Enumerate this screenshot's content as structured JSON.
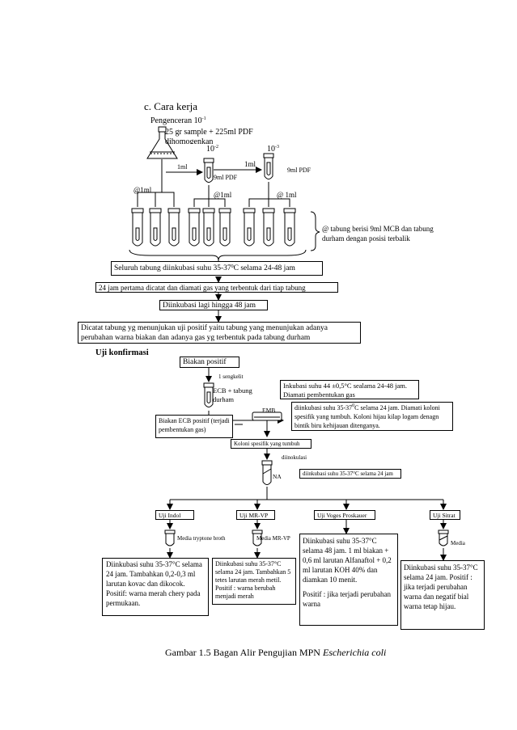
{
  "section_heading": "c.   Cara kerja",
  "dilution": {
    "label": "Pengenceran 10",
    "label_sup": "-1",
    "sample": "25 gr sample + 225ml PDF",
    "homogenized": "dihomogenkan",
    "d2": "10",
    "d2_sup": "-2",
    "d3": "10",
    "d3_sup": "-3",
    "transfer_1": "1ml",
    "transfer_2": "1ml",
    "pdf_1": "9ml PDF",
    "pdf_2": "9ml PDF",
    "inoc_1": "@1ml",
    "inoc_2": "@1ml",
    "inoc_3": "@ 1ml",
    "brace_note": "@ tabung berisi 9ml MCB dan  tabung durham dengan posisi terbalik"
  },
  "steps": {
    "incubate": "Seluruh tabung diinkubasi suhu 35-37",
    "incubate_sup": "0",
    "incubate_end": "C selama 24-48  jam",
    "first_24": "24 jam pertama dicatat dan diamati gas yang terbentuk dari tiap tabung",
    "incubate_48": "Diinkubasi lagi hingga 48 jam",
    "record": "Dicatat tabung yg menunjukan uji positif yaitu tabung yang menunjukan adanya perubahan warna biakan dan adanya gas yg terbentuk pada tabung durham"
  },
  "confirm": {
    "heading": "Uji konfirmasi",
    "biakan_positif": "Biakan positif",
    "one_loop": "1 sengkelit",
    "ecb_tube": "ECB + tabung durham",
    "incubate_44": "Inkubasi suhu 44 ±0,5°C sealama 24-48 jam. Diamati pembentukan gas",
    "emb": "EMB",
    "biakan_ecb": "Biakan ECB positif (terjadi pembentukan gas)",
    "emb_incubate": "diinkubasi suhu 35-37",
    "emb_incubate_sup": "0",
    "emb_incubate_end": "C selama 24 jam. Diamati koloni spesifik yang tumbuh. Koloni hijau kilap logam denagn bintik biru kehijauan ditenganya.",
    "colony": "Koloni spesifik yang tumbuh",
    "inoculated": "diinokulasi",
    "na": "NA",
    "na_incubate": "diinkubasi suhu 35-37°C selama 24 jam"
  },
  "tests": [
    {
      "label": "Uji Indol",
      "media": "Media tryptone broth",
      "desc": "Diinkubasi suhu 35-37°C selama 24 jam. Tambahkan 0,2-0,3 ml larutan kovac dan dikocok. Positif: warna merah chery pada permukaan."
    },
    {
      "label": "Uji MR-VP",
      "media": "Media MR-VP",
      "desc": "Diinkubasi suhu 35-37°C selama 24 jam. Tambahkan 5 tetes larutan merah metil. Positif : warna berubah menjadi merah"
    },
    {
      "label": "Uji Voges Proskauer",
      "media": "",
      "desc": "Diinkubasi suhu 35-37°C selama 48 jam. 1 ml biakan + 0,6 ml larutan Alfanaftol + 0,2 ml larutan  KOH 40% dan diamkan 10 menit.",
      "desc2": "Positif : jika terjadi perubahan warna"
    },
    {
      "label": "Uji Sitrat",
      "media": "Media",
      "desc": "Diinkubasi suhu 35-37°C selama 24 jam. Positif : jika terjadi perubahan warna dan negatif bial warna tetap hijau."
    }
  ],
  "caption": "Gambar 1.5 Bagan Alir Pengujian MPN",
  "caption_italic": "Escherichia coli",
  "colors": {
    "line": "#000000",
    "background": "#ffffff"
  }
}
